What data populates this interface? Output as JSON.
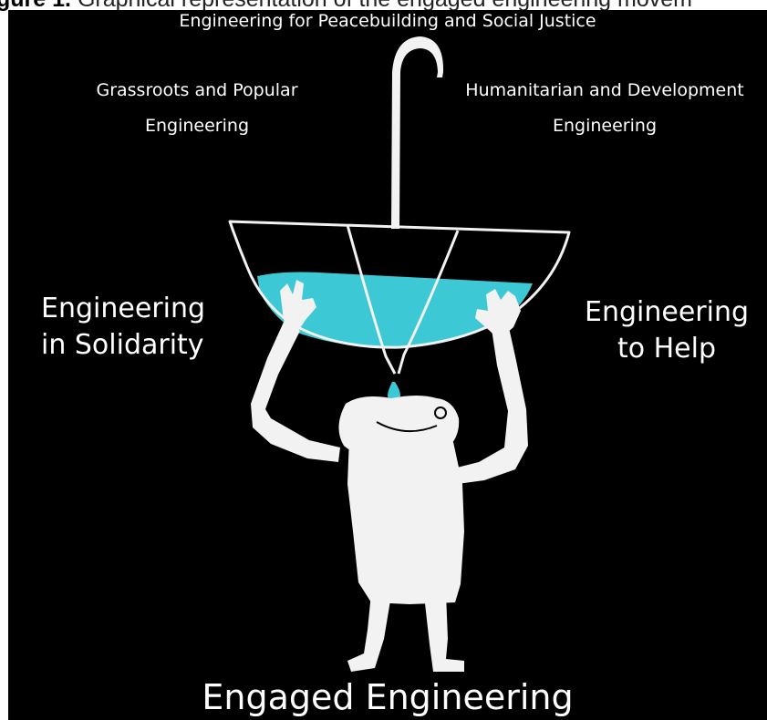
{
  "caption": {
    "lead": "gure 1.",
    "text": "Graphical representation of the engaged engineering movem"
  },
  "diagram": {
    "top_title": "Engineering for Peacebuilding and Social Justice",
    "upper_left": [
      "Grassroots and Popular",
      "Engineering"
    ],
    "upper_right": [
      "Humanitarian and Development",
      "Engineering"
    ],
    "mid_left": [
      "Engineering",
      "in Solidarity"
    ],
    "mid_right": [
      "Engineering",
      "to Help"
    ],
    "bottom_title": "Engaged Engineering"
  },
  "colors": {
    "background": "#000000",
    "text": "#ffffff",
    "water": "#3cc8d4",
    "figure": "#f2f2f2"
  }
}
